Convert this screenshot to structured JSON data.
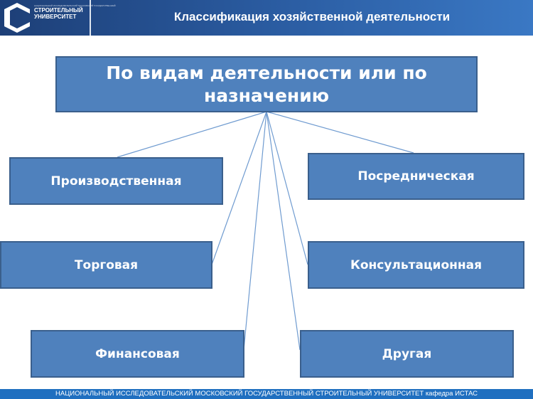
{
  "header": {
    "logo_text_small": "НАЦИОНАЛЬНЫЙ ИССЛЕДОВАТЕЛЬСКИЙ МОСКОВСКИЙ ГОСУДАРСТВЕННЫЙ",
    "logo_line1": "СТРОИТЕЛЬНЫЙ",
    "logo_line2": "УНИВЕРСИТЕТ",
    "title": "Классификация хозяйственной деятельности"
  },
  "diagram": {
    "root": "По видам деятельности или по назначению",
    "children": [
      "Производственная",
      "Посредническая",
      "Торговая",
      "Консультационная",
      "Финансовая",
      "Другая"
    ]
  },
  "footer": {
    "text": "НАЦИОНАЛЬНЫЙ ИССЛЕДОВАТЕЛЬСКИЙ МОСКОВСКИЙ  ГОСУДАРСТВЕННЫЙ  СТРОИТЕЛЬНЫЙ УНИВЕРСИТЕТ кафедра ИСТАС"
  },
  "colors": {
    "box": "#4f81bd",
    "box_border": "#3a5f8c",
    "header": "#1d3f77",
    "footer": "#1f6fc0",
    "connector": "#6f9bd0"
  }
}
